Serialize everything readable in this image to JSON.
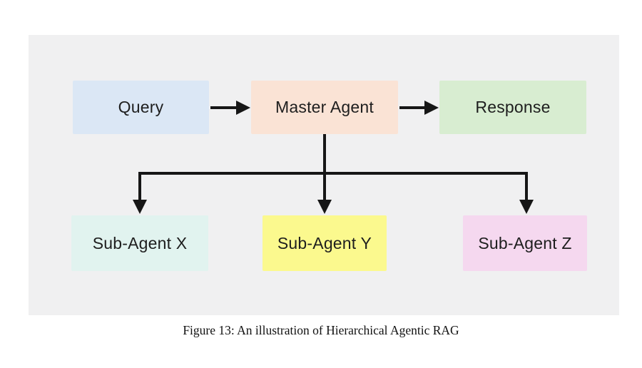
{
  "figure": {
    "caption": "Figure 13: An illustration of Hierarchical Agentic RAG"
  },
  "diagram": {
    "panel_background": "#f0f0f1",
    "arrow_color": "#161616",
    "text_color": "#1e1e1e",
    "nodes": {
      "query": {
        "label": "Query",
        "color": "#dbe7f5"
      },
      "master": {
        "label": "Master Agent",
        "color": "#fae3d5"
      },
      "response": {
        "label": "Response",
        "color": "#d8edd1"
      },
      "sub_agent_x": {
        "label": "Sub-Agent X",
        "color": "#e1f3ef"
      },
      "sub_agent_y": {
        "label": "Sub-Agent Y",
        "color": "#fbf98e"
      },
      "sub_agent_z": {
        "label": "Sub-Agent Z",
        "color": "#f5d8ef"
      }
    },
    "edges": [
      {
        "from": "query",
        "to": "master"
      },
      {
        "from": "master",
        "to": "response"
      },
      {
        "from": "master",
        "to": "sub_agent_x"
      },
      {
        "from": "master",
        "to": "sub_agent_y"
      },
      {
        "from": "master",
        "to": "sub_agent_z"
      }
    ]
  }
}
